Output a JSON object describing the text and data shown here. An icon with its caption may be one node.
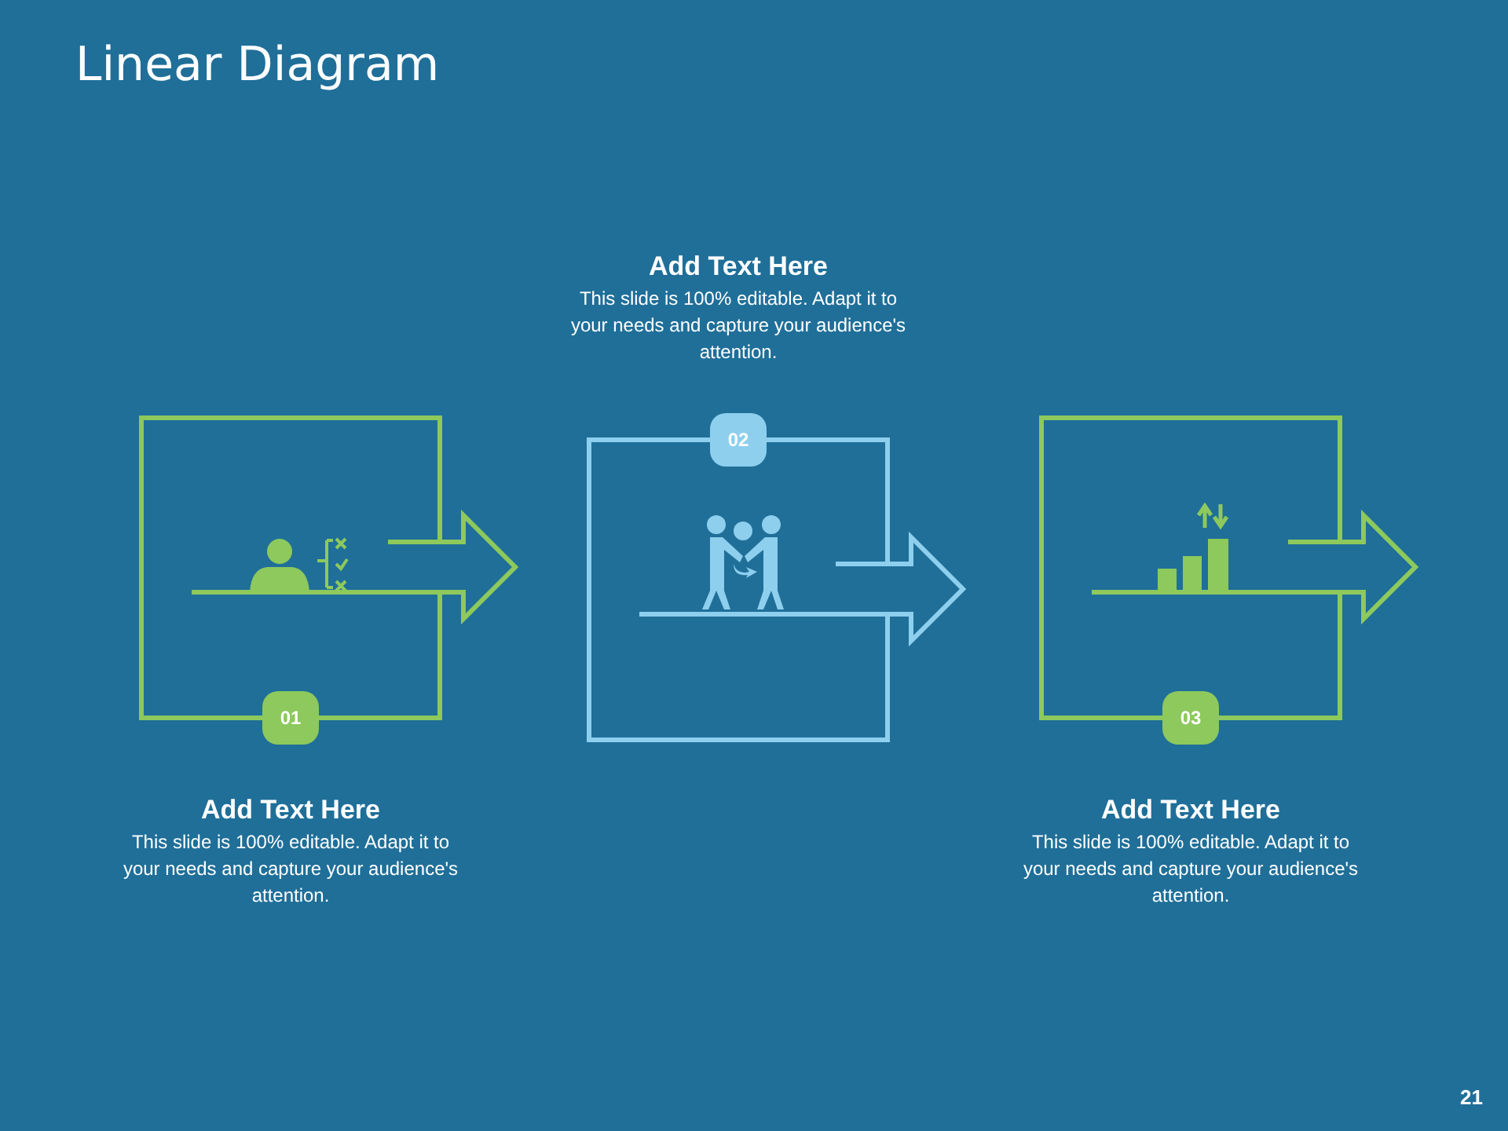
{
  "diagram": {
    "title": "Linear Diagram",
    "nodes": [
      {
        "text": [
          "01",
          "Add Text Here",
          "This slide is 100% editable. Adapt it to your needs and capture your audience's attention."
        ]
      },
      {
        "text": [
          "Add Text Here",
          "This slide is 100% editable. Adapt it to your needs and capture your audience's attention.",
          "02"
        ]
      },
      {
        "text": [
          "03",
          "Add Text Here",
          "This slide is 100% editable. Adapt it to your needs and capture your audience's attention."
        ]
      }
    ],
    "labels": [
      "21"
    ]
  }
}
